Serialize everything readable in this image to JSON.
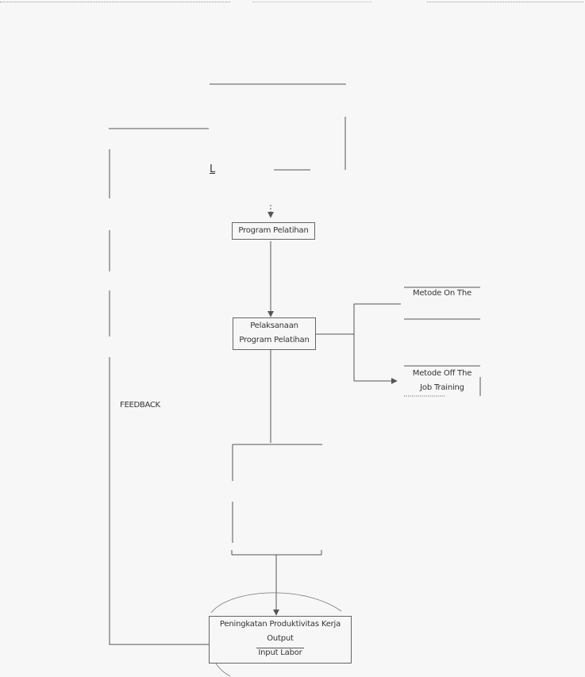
{
  "nodes": {
    "program_pelatihan": "Program Pelatihan",
    "pelaksanaan_line1": "Pelaksanaan",
    "pelaksanaan_line2": "Program Pelatihan",
    "metode_on_line1": "Metode On The",
    "metode_off_line1": "Metode Off The",
    "metode_off_line2": "Job Training",
    "productivity_line1": "Peningkatan Produktivitas Kerja",
    "productivity_numerator": "Output",
    "productivity_denominator": "Input Labor"
  },
  "labels": {
    "feedback": "FEEDBACK",
    "stray_mark": "L"
  },
  "colors": {
    "line": "#555555",
    "background": "#f7f7f7"
  }
}
